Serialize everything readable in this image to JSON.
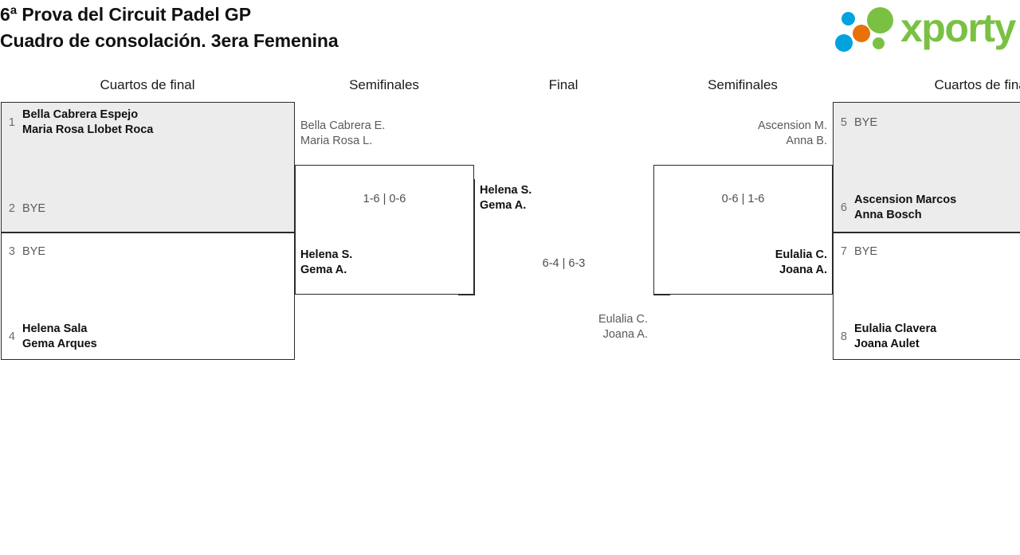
{
  "header": {
    "title_line1": "6ª Prova del Circuit Padel GP",
    "title_line2": "Cuadro de consolación. 3era Femenina",
    "logo_word": "xporty",
    "logo_colors": {
      "blue": "#00a3e0",
      "orange": "#e8710a",
      "green": "#7ac143"
    }
  },
  "columns": [
    {
      "label": "Cuartos de final"
    },
    {
      "label": "Semifinales"
    },
    {
      "label": "Final"
    },
    {
      "label": "Semifinales"
    },
    {
      "label": "Cuartos de final"
    }
  ],
  "bracket": {
    "left_quarters": [
      {
        "slots": [
          {
            "seed": "1",
            "line1": "Bella Cabrera Espejo",
            "line2": "Maria Rosa Llobet Roca",
            "state": "winner"
          },
          {
            "seed": "2",
            "line1": "BYE",
            "line2": "",
            "state": "bye"
          }
        ]
      },
      {
        "slots": [
          {
            "seed": "3",
            "line1": "BYE",
            "line2": "",
            "state": "bye"
          },
          {
            "seed": "4",
            "line1": "Helena Sala",
            "line2": "Gema Arques",
            "state": "winner"
          }
        ]
      }
    ],
    "left_semifinal": {
      "top_team": {
        "line1": "Bella Cabrera E.",
        "line2": "Maria Rosa L.",
        "state": "loser"
      },
      "bottom_team": {
        "line1": "Helena S.",
        "line2": "Gema A.",
        "state": "winner"
      },
      "score": "1-6 | 0-6"
    },
    "final": {
      "top_team": {
        "line1": "Helena S.",
        "line2": "Gema A.",
        "state": "winner"
      },
      "bottom_team": {
        "line1": "Eulalia C.",
        "line2": "Joana A.",
        "state": "loser"
      },
      "score": "6-4 | 6-3"
    },
    "right_semifinal": {
      "top_team": {
        "line1": "Ascension M.",
        "line2": "Anna B.",
        "state": "loser"
      },
      "bottom_team": {
        "line1": "Eulalia C.",
        "line2": "Joana A.",
        "state": "winner"
      },
      "score": "0-6 | 1-6"
    },
    "right_quarters": [
      {
        "slots": [
          {
            "seed": "5",
            "line1": "BYE",
            "line2": "",
            "state": "bye"
          },
          {
            "seed": "6",
            "line1": "Ascension Marcos",
            "line2": "Anna Bosch",
            "state": "winner"
          }
        ]
      },
      {
        "slots": [
          {
            "seed": "7",
            "line1": "BYE",
            "line2": "",
            "state": "bye"
          },
          {
            "seed": "8",
            "line1": "Eulalia Clavera",
            "line2": "Joana Aulet",
            "state": "winner"
          }
        ]
      }
    ]
  }
}
